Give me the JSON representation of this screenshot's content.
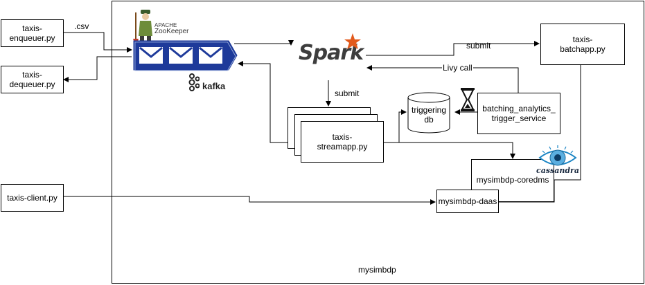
{
  "system": {
    "label": "mysimbdp"
  },
  "clients": {
    "enqueuer": "taxis-\nenqueuer.py",
    "dequeuer": "taxis-\ndequeuer.py",
    "client": "taxis-client.py"
  },
  "messaging": {
    "zookeeper_small": "APACHE",
    "zookeeper": "ZooKeeper",
    "kafka": "kafka"
  },
  "processing": {
    "spark": "Spark",
    "streamapp": "taxis-\nstreamapp.py",
    "batchapp": "taxis-\nbatchapp.py",
    "trigger_service": "batching_analytics_\ntrigger_service",
    "triggering_db": "triggering\ndb"
  },
  "storage": {
    "cassandra": "cassandra",
    "coredms": "mysimbdp-coredms",
    "daas": "mysimbdp-daas"
  },
  "edges": {
    "csv": ".csv",
    "submit_batch": "submit",
    "livy": "Livy call",
    "submit_stream": "submit"
  },
  "colors": {
    "queue_fill": "#1e3a9a",
    "queue_icon": "#ffffff",
    "spark_star": "#e25a1c",
    "cassandra_eye": "#1b85c4",
    "hourglass": "#111111"
  }
}
